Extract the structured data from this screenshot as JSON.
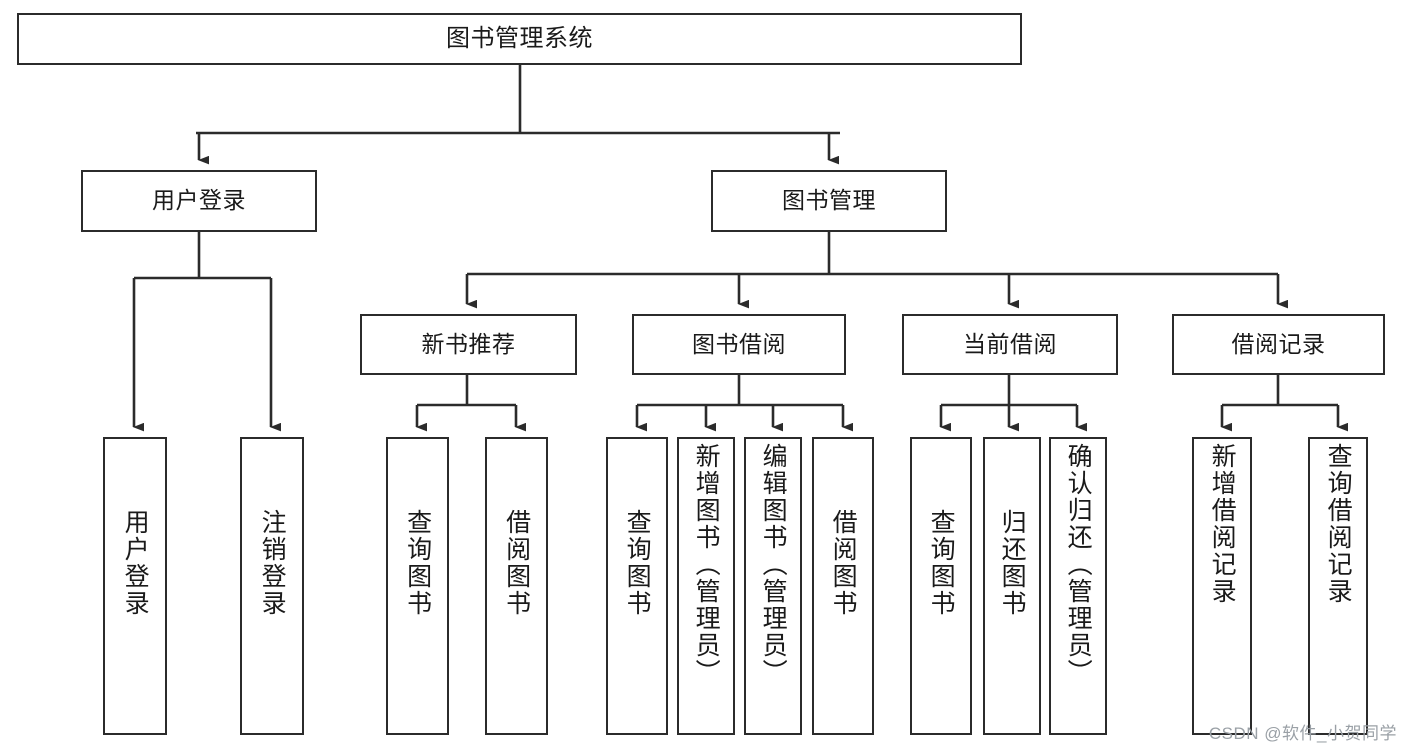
{
  "diagram": {
    "type": "tree",
    "title": "图书管理系统",
    "orientation": "top-down",
    "colors": {
      "box_border": "#2b2b2b",
      "box_fill": "#ffffff",
      "connector": "#2b2b2b",
      "text": "#1a1a1a",
      "watermark": "#9aa0a6"
    },
    "root": {
      "label": "图书管理系统"
    },
    "level2": [
      {
        "label": "用户登录"
      },
      {
        "label": "图书管理"
      }
    ],
    "level3": [
      {
        "label": "新书推荐"
      },
      {
        "label": "图书借阅"
      },
      {
        "label": "当前借阅"
      },
      {
        "label": "借阅记录"
      }
    ],
    "leaves": {
      "user_login": [
        {
          "label": "用户登录"
        },
        {
          "label": "注销登录"
        }
      ],
      "new_book_recommend": [
        {
          "label": "查询图书"
        },
        {
          "label": "借阅图书"
        }
      ],
      "book_borrow": [
        {
          "label": "查询图书"
        },
        {
          "label": "新增图书（管理员）"
        },
        {
          "label": "编辑图书（管理员）"
        },
        {
          "label": "借阅图书"
        }
      ],
      "current_borrow": [
        {
          "label": "查询图书"
        },
        {
          "label": "归还图书"
        },
        {
          "label": "确认归还（管理员）"
        }
      ],
      "borrow_record": [
        {
          "label": "新增借阅记录"
        },
        {
          "label": "查询借阅记录"
        }
      ]
    }
  },
  "watermark": {
    "text": "CSDN @软件_小贺同学"
  }
}
